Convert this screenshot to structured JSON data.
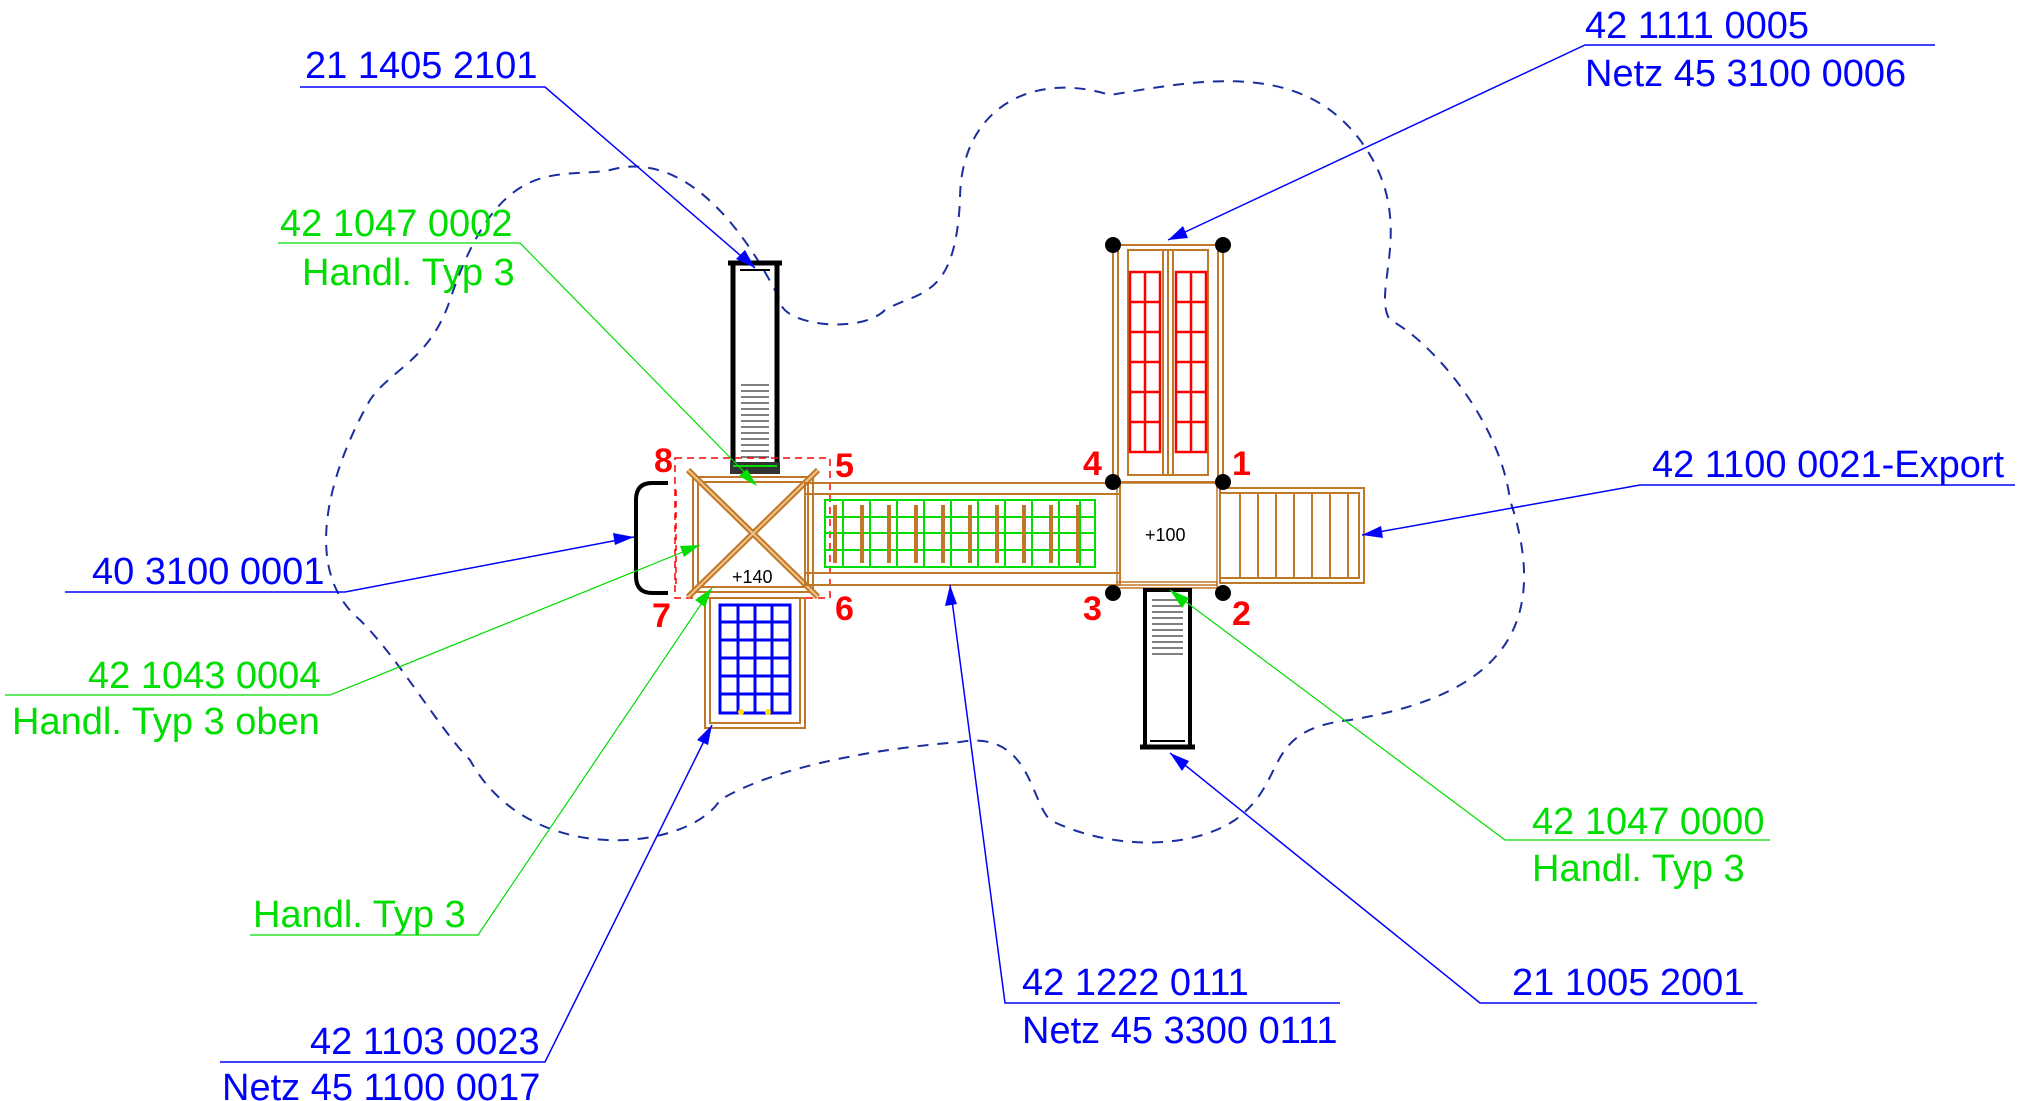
{
  "colors": {
    "blue": "#0000ff",
    "green": "#00dd00",
    "red": "#ff0000",
    "wood": "#c07828",
    "dashed_outline": "#1a2e9e",
    "black": "#000000"
  },
  "labels": {
    "slide_top": "21 1405 2101",
    "handl_top_code": "42 1047 0002",
    "handl_top_name": "Handl. Typ 3",
    "net_top_code": "42 1111 0005",
    "net_top_net": "Netz  45 3100 0006",
    "export_code": "42 1100 0021-Export",
    "tunnel_code": "40 3100 0001",
    "handl_oben_code": "42 1043 0004",
    "handl_oben_name": "Handl. Typ 3 oben",
    "handl_right_code": "42 1047 0000",
    "handl_right_name": "Handl. Typ 3",
    "handl_left_name": "Handl. Typ 3",
    "slide_bottom": "21 1005 2001",
    "bridge_code": "42 1222 0111",
    "bridge_net": "Netz 45 3300 0111",
    "net_left_code": "42 1103 0023",
    "net_left_net": "Netz 45 1100 0017"
  },
  "post_numbers": [
    "1",
    "2",
    "3",
    "4",
    "5",
    "6",
    "7",
    "8"
  ],
  "elevations": {
    "left_platform": "+140",
    "right_platform": "+100"
  },
  "icons": {
    "platform_cross": "x-brace",
    "post": "filled-circle"
  }
}
